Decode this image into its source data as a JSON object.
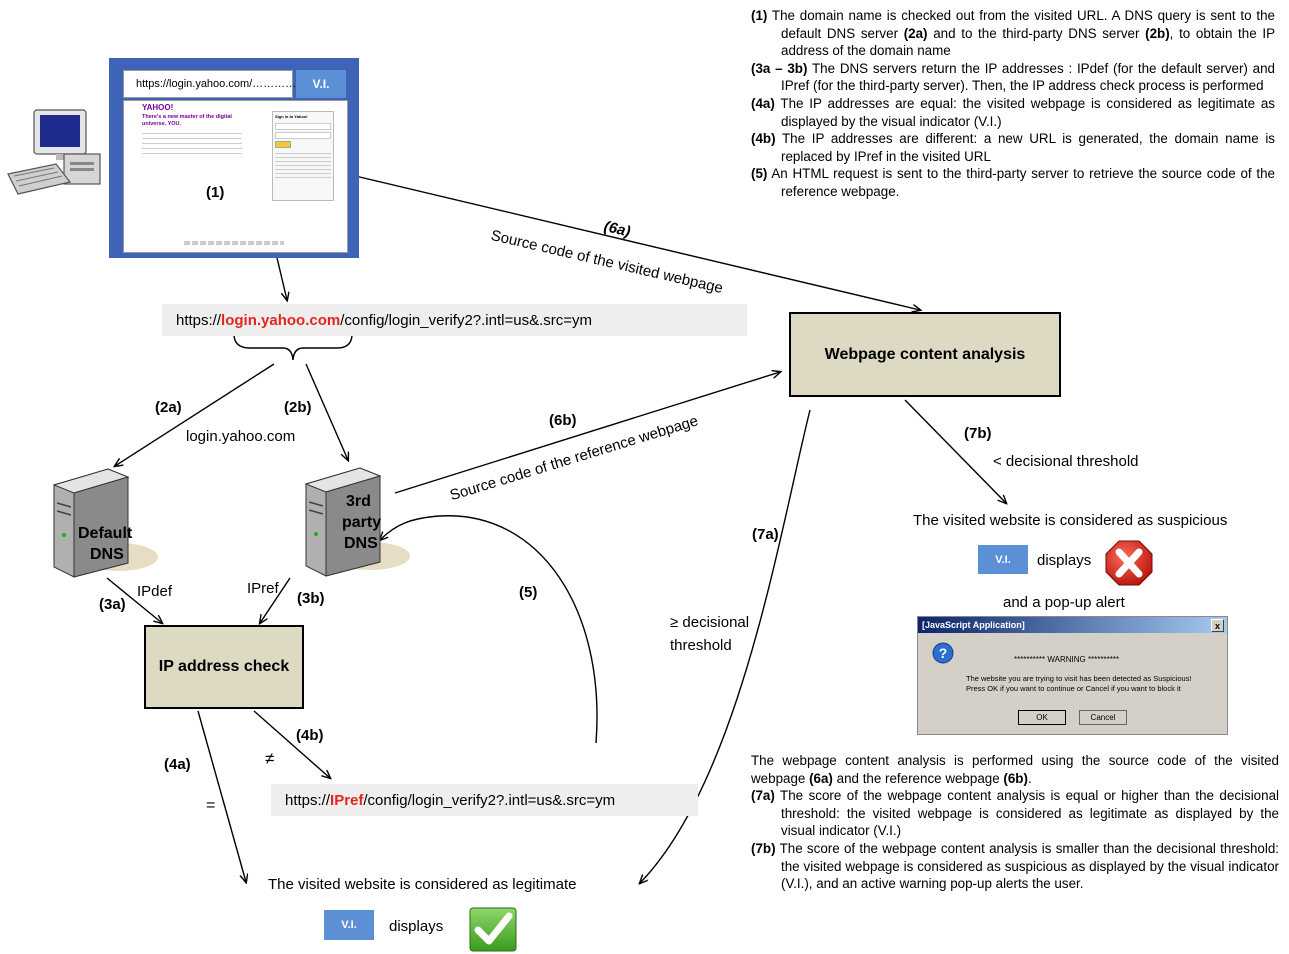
{
  "browser": {
    "url": "https://login.yahoo.com/…………..",
    "vi_label": "V.I.",
    "page_logo": "YAHOO!",
    "page_headline": "There's a new master of the digital universe. YOU.",
    "signin_title": "Sign in to Yahoo!"
  },
  "labels": {
    "step1": "(1)",
    "step2a": "(2a)",
    "step2b": "(2b)",
    "step3a": "(3a)",
    "step3b": "(3b)",
    "step4a": "(4a)",
    "step4b": "(4b)",
    "step5": "(5)",
    "step6a": "(6a)",
    "step6b": "(6b)",
    "step7a": "(7a)",
    "step7b": "(7b)",
    "domain_text": "login.yahoo.com",
    "ipdef": "IPdef",
    "ipref": "IPref",
    "not_equal": "≠",
    "equal": "=",
    "source_visited": "Source code of the visited webpage",
    "source_reference": "Source code of the reference webpage",
    "lt_threshold": "< decisional threshold",
    "ge_threshold_1": "≥ decisional",
    "ge_threshold_2": "threshold"
  },
  "url_original": {
    "prefix": "https://",
    "domain": "login.yahoo.com",
    "suffix": "/config/login_verify2?.intl=us&.src=ym"
  },
  "url_replaced": {
    "prefix": "https://",
    "domain": "IPref",
    "suffix": "/config/login_verify2?.intl=us&.src=ym"
  },
  "servers": {
    "default_dns_1": "Default",
    "default_dns_2": "DNS",
    "third_party_1": "3rd",
    "third_party_2": "party",
    "third_party_3": "DNS"
  },
  "boxes": {
    "ip_check": "IP address check",
    "content_analysis": "Webpage content analysis"
  },
  "outcomes": {
    "suspicious": "The visited website is considered as suspicious",
    "legitimate": "The visited website is considered as legitimate",
    "vi": "V.I.",
    "displays": "displays",
    "popup_intro": "and a pop-up alert"
  },
  "dialog": {
    "title": "[JavaScript Application]",
    "close": "x",
    "warning": "********** WARNING **********",
    "message1": "The website you are trying to visit has been detected as Suspicious!",
    "message2": "Press OK if you want to continue or Cancel if you want to block it",
    "ok": "OK",
    "cancel": "Cancel"
  },
  "notes_top": [
    {
      "tag": "(1)",
      "text": " The domain name is checked out from the visited URL. A DNS query is sent to the default DNS server ",
      "b1": "(2a)",
      "mid": " and to the third-party DNS server ",
      "b2": "(2b)",
      "end": ", to obtain the IP address of the domain name"
    },
    {
      "tag": "(3a – 3b)",
      "text": " The DNS servers return the IP addresses : IPdef (for the default server) and IPref (for the third-party server). Then, the IP address check process is performed"
    },
    {
      "tag": "(4a)",
      "text": " The IP addresses are equal: the visited webpage is considered as legitimate as displayed by the visual indicator (V.I.)"
    },
    {
      "tag": "(4b)",
      "text": " The IP addresses are different: a new URL is generated, the domain name is replaced by IPref in the visited URL"
    },
    {
      "tag": "(5)",
      "text": " An HTML request is sent to the third-party server to retrieve the source code of the reference webpage."
    }
  ],
  "notes_bottom": {
    "intro_a": "The webpage content analysis is performed using the source code of the visited webpage ",
    "intro_b1": "(6a)",
    "intro_c": " and the reference webpage ",
    "intro_b2": "(6b)",
    "intro_d": ".",
    "items": [
      {
        "tag": "(7a)",
        "text": " The score of the webpage content analysis is equal or higher than the decisional threshold: the visited webpage is considered as legitimate as displayed by the visual indicator (V.I.)"
      },
      {
        "tag": "(7b)",
        "text": " The score of the webpage content analysis is smaller than the decisional threshold: the visited webpage is considered as suspicious as displayed by the visual indicator (V.I.), and an active warning pop-up alerts the user."
      }
    ]
  },
  "colors": {
    "accent_red": "#e5251f",
    "vi_blue": "#5b8fd6",
    "box_fill": "#ddd9c3"
  }
}
